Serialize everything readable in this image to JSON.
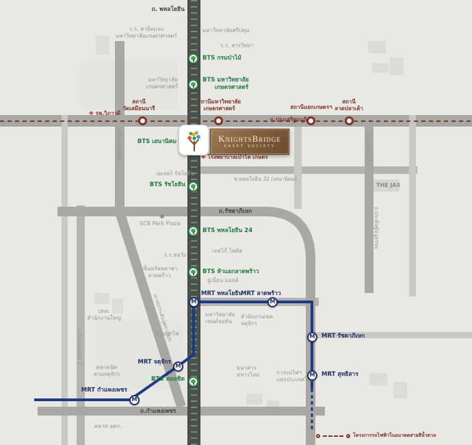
{
  "colors": {
    "bts_green": "#1e7c3f",
    "mrt_navy": "#1c2f66",
    "brown_line": "#7e3424",
    "road_gray": "#a8a7a4",
    "phahonyothin_road": "#49524a",
    "banner_bronze": "#84603c",
    "background": "#e9e8e5"
  },
  "icons": {
    "mrt_badge": "M",
    "hospital_cross": "✚"
  },
  "project": {
    "brand_name": "KnightsBridge",
    "brand_sub": "KASET SOCIETY"
  },
  "roads": {
    "phahonyothin": "ถ. พหลโยธิน",
    "prasertmanukit": "ถ.ประเสริฐมนูกิจ",
    "ratchadaphisek": "ถ.รัชดาภิเษก",
    "kamphaengphet": "ถ.กำแพงเพชร",
    "kamphaengphet2": "ถ.กำแพงเพชร 2",
    "vibhavadi": "ถ.วิภาวดีรังสิต",
    "tollway": "ทางยกระดับอุตราภิมุข",
    "latplakao": "ถ.ลาดปลาเค้า",
    "praditmanutham": "ถ.ประดิษฐ์มนูธรรม",
    "soi32": "ซ.พหลโยธิน 32 (เสนานิคม)"
  },
  "bts_stations": [
    {
      "label": "BTS กรมป่าไม้"
    },
    {
      "label1": "BTS มหาวิทยาลัย",
      "label2": "เกษตรศาสตร์"
    },
    {
      "label": "BTS เสนานิคม"
    },
    {
      "label": "BTS รัชโยธิน"
    },
    {
      "label": "BTS พหลโยธิน 24"
    },
    {
      "label": "BTS ห้าแยกลาดพร้าว"
    },
    {
      "label": "BTS หมอชิต"
    }
  ],
  "mrt_stations": [
    {
      "label": "MRT พหลโยธิน"
    },
    {
      "label": "MRT ลาดพร้าว"
    },
    {
      "label": "MRT รัชดาภิเษก"
    },
    {
      "label": "MRT สุทธิสาร"
    },
    {
      "label": "MRT จตุจักร"
    },
    {
      "label": "MRT กำแพงเพชร"
    }
  ],
  "brown_line_stations": [
    {
      "label1": "สถานี",
      "label2": "วัดเสมียนนารี"
    },
    {
      "label1": "สถานีมหาวิทยาลัย",
      "label2": "เกษตรศาสตร์"
    },
    {
      "label1": "สถานีแยกเกษตรฯ",
      "label2": ""
    },
    {
      "label1": "สถานี",
      "label2": "ลาดปลาเค้า"
    }
  ],
  "hospitals": [
    {
      "label": "รพ.วิภาวดี"
    },
    {
      "label": "โรงพยาบาลเปาโล เกษตร"
    }
  ],
  "places": [
    {
      "label1": "ร.ร. สาธิตแห่ง",
      "label2": "มหาวิทยาลัยเกษตรศาสตร์"
    },
    {
      "label1": "มหาวิทยาลัยศรีปทุม",
      "label2": ""
    },
    {
      "label1": "ร.ร. สารวิทยา",
      "label2": ""
    },
    {
      "label1": "มหาวิทยาลัย",
      "label2": "เกษตรศาสตร์"
    },
    {
      "label1": "เมเจอร์ รัชโยธิน",
      "label2": ""
    },
    {
      "label1": "SCB Park Plaza",
      "label2": ""
    },
    {
      "label1": "ร.ร.หอวัง",
      "label2": ""
    },
    {
      "label1": "เทสโก้ โลตัส",
      "label2": ""
    },
    {
      "label1": "เซ็นทรัลพลาซ่า",
      "label2": "ลาดพร้าว"
    },
    {
      "label1": "ยูเนี่ยน มอลล์",
      "label2": ""
    },
    {
      "label1": "มหาวิทยาลัย",
      "label2": "เซนต์จอห์น"
    },
    {
      "label1": "ปตท.",
      "label2": "สำนักงานใหญ่"
    },
    {
      "label1": "สวนรถไฟ",
      "label2": ""
    },
    {
      "label1": "สำนักงานเขต",
      "label2": "จตุจักร"
    },
    {
      "label1": "ตลาดนัด",
      "label2": "สวนจตุจักร"
    },
    {
      "label1": "ธนาคาร",
      "label2": "ทหารไทย"
    },
    {
      "label1": "การรถไฟฯ",
      "label2": "แห่งประเทศไทย"
    },
    {
      "label1": "ตลาด อตก.",
      "label2": ""
    },
    {
      "label1": "THE JAS",
      "label2": ""
    }
  ],
  "legend": {
    "label": "โครงการรถไฟฟ้าในอนาคตสายสีน้ำตาล"
  }
}
